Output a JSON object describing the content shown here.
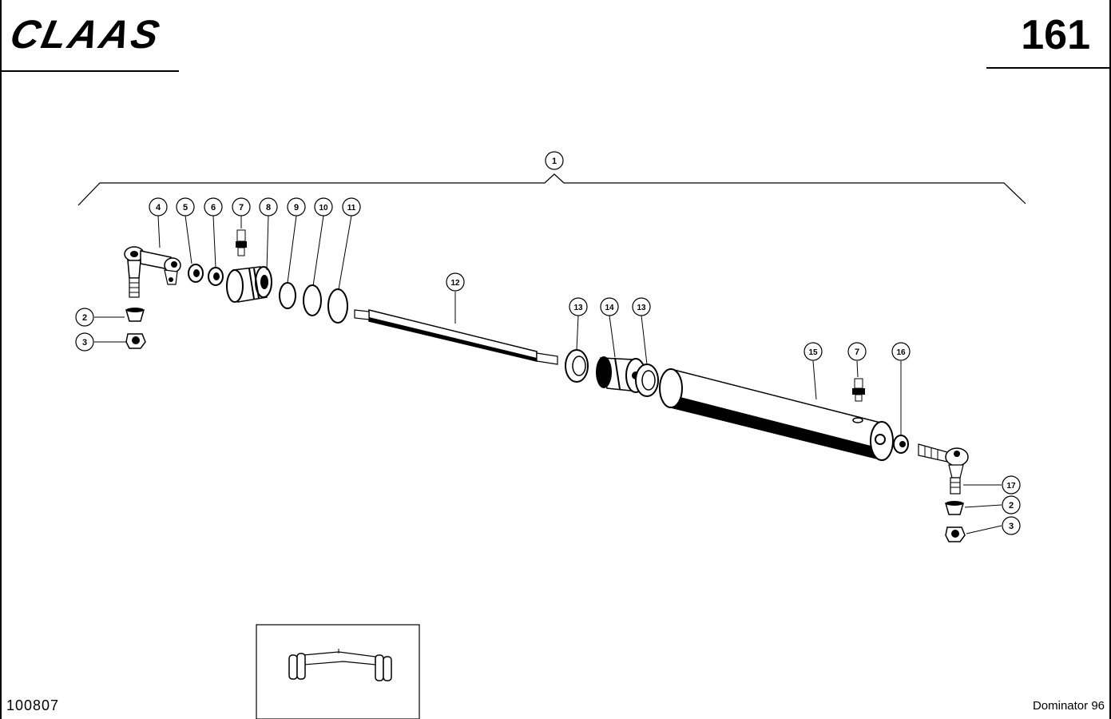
{
  "header": {
    "brand": "CLAAS",
    "page_number": "161"
  },
  "footer": {
    "reference": "100807",
    "model": "Dominator 96"
  },
  "callouts": [
    {
      "id": "c1",
      "label": "1"
    },
    {
      "id": "c4",
      "label": "4"
    },
    {
      "id": "c5",
      "label": "5"
    },
    {
      "id": "c6",
      "label": "6"
    },
    {
      "id": "c7a",
      "label": "7"
    },
    {
      "id": "c8",
      "label": "8"
    },
    {
      "id": "c9",
      "label": "9"
    },
    {
      "id": "c10",
      "label": "10"
    },
    {
      "id": "c11",
      "label": "11"
    },
    {
      "id": "c2a",
      "label": "2"
    },
    {
      "id": "c3a",
      "label": "3"
    },
    {
      "id": "c12",
      "label": "12"
    },
    {
      "id": "c13a",
      "label": "13"
    },
    {
      "id": "c14",
      "label": "14"
    },
    {
      "id": "c13b",
      "label": "13"
    },
    {
      "id": "c15",
      "label": "15"
    },
    {
      "id": "c7b",
      "label": "7"
    },
    {
      "id": "c16",
      "label": "16"
    },
    {
      "id": "c17",
      "label": "17"
    },
    {
      "id": "c2b",
      "label": "2"
    },
    {
      "id": "c3b",
      "label": "3"
    }
  ]
}
